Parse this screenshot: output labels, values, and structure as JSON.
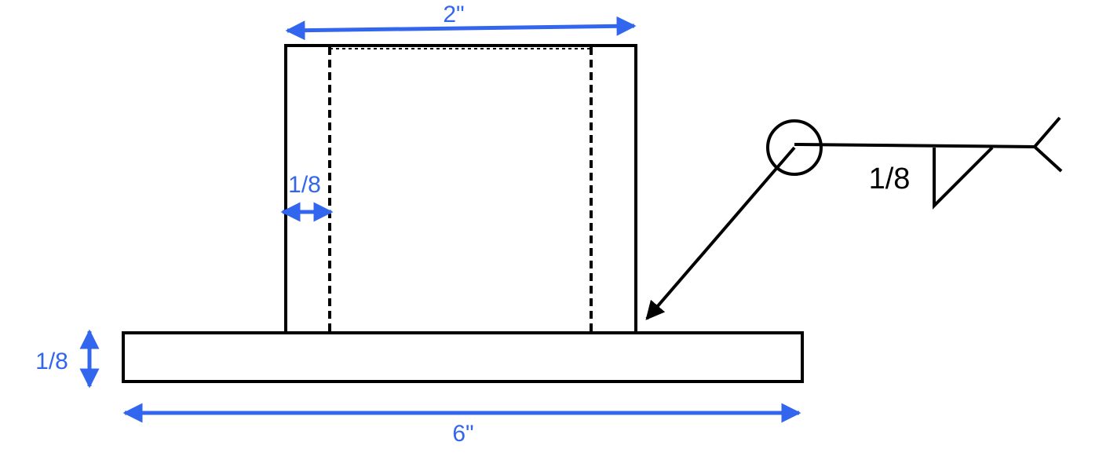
{
  "colors": {
    "dimension": "#3366ee",
    "outline": "#000000",
    "background": "#ffffff"
  },
  "dimensions": {
    "top_width": "2\"",
    "wall_thickness": "1/8",
    "base_thickness": "1/8",
    "base_width": "6\""
  },
  "weld_symbol": {
    "size": "1/8",
    "type": "fillet",
    "all_around": true
  }
}
